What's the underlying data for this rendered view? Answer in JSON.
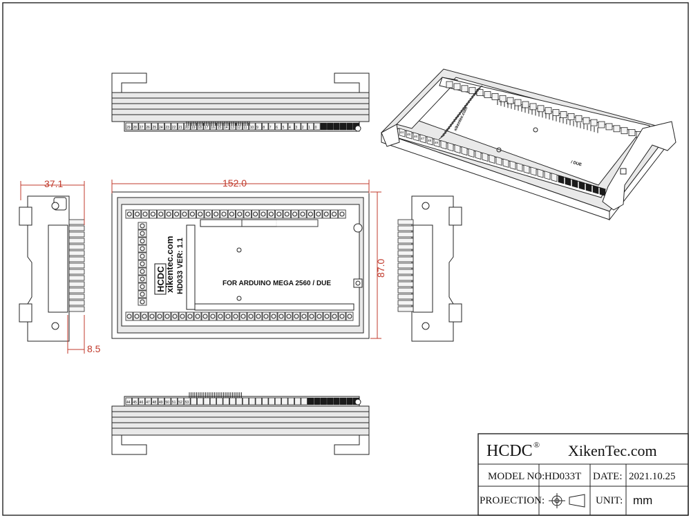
{
  "dimensions": {
    "side_width": "37.1",
    "side_depth": "8.5",
    "length": "152.0",
    "height": "87.0"
  },
  "board_labels": {
    "website": "xikentec.com",
    "brand": "HCDC",
    "model_version": "HD033  VER: 1.1",
    "target": "FOR ARDUINO MEGA 2560 / DUE",
    "iso_target": "/ DUE",
    "iso_website": "xikentec.com"
  },
  "terminal_numbers": {
    "top_view": [
      "29",
      "28",
      "27",
      "26",
      "25",
      "24",
      "23",
      "22",
      "21",
      "20",
      "19",
      "18",
      "17",
      "16",
      "15",
      "14",
      "13",
      "12",
      "11",
      "10",
      "9",
      "8",
      "7",
      "6",
      "5",
      "4",
      "3",
      "2",
      "1",
      "0"
    ],
    "bottom_view": [
      "44",
      "45",
      "46",
      "47",
      "48",
      "49",
      "50",
      "51",
      "52",
      "53"
    ],
    "iso_view": [
      "44",
      "45",
      "46",
      "47",
      "48",
      "49"
    ]
  },
  "title_block": {
    "brand": "HCDC",
    "brand_mark": "®",
    "company": "XikenTec.com",
    "model_label": "MODEL NO:",
    "model_value": "HD033T",
    "date_label": "DATE:",
    "date_value": "2021.10.25",
    "projection_label": "PROJECTION:",
    "unit_label": "UNIT:",
    "unit_value": "mm",
    "projection_icon": "third-angle-projection-icon"
  },
  "colors": {
    "outline": "#222222",
    "dimension": "#c0392b",
    "terminal_dark": "#1b1b1b"
  }
}
